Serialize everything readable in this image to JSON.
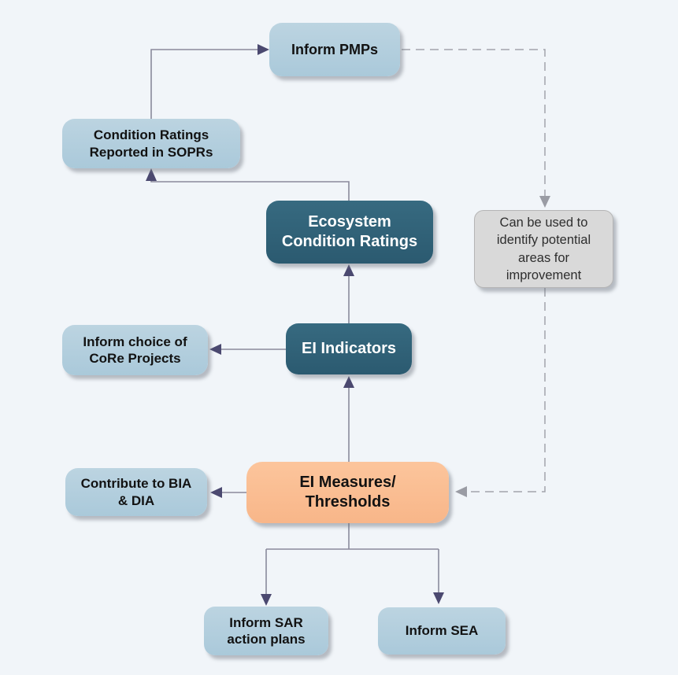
{
  "diagram": {
    "type": "flowchart",
    "background_color": "#f1f5f9"
  },
  "colors": {
    "node_light_blue": "#aecbdb",
    "node_dark_teal": "#2f6077",
    "node_orange": "#f9bc90",
    "node_gray": "#d9d9d9",
    "solid_arrow_line": "#8a8a9c",
    "solid_arrowhead": "#4b4970",
    "dashed_arrow_line": "#a2a4ac",
    "dashed_arrowhead": "#9a9ca4"
  },
  "nodes": {
    "inform_pmps": {
      "lines": [
        "Inform PMPs"
      ]
    },
    "condition_ratings_soprs": {
      "lines": [
        "Condition Ratings",
        "Reported in SOPRs"
      ]
    },
    "ecosystem_condition_ratings": {
      "lines": [
        "Ecosystem",
        "Condition Ratings"
      ]
    },
    "improvement_note": {
      "lines": [
        "Can be used to",
        "identify potential",
        "areas for",
        "improvement"
      ]
    },
    "inform_core_projects": {
      "lines": [
        "Inform choice of",
        "CoRe Projects"
      ]
    },
    "ei_indicators": {
      "lines": [
        "EI Indicators"
      ]
    },
    "contribute_bia_dia": {
      "lines": [
        "Contribute to BIA",
        "& DIA"
      ]
    },
    "ei_measures_thresholds": {
      "lines": [
        "EI Measures/",
        "Thresholds"
      ]
    },
    "inform_sar_action_plans": {
      "lines": [
        "Inform SAR",
        "action plans"
      ]
    },
    "inform_sea": {
      "lines": [
        "Inform SEA"
      ]
    }
  },
  "edges": [
    {
      "from": "condition_ratings_soprs",
      "to": "inform_pmps",
      "style": "solid"
    },
    {
      "from": "inform_pmps",
      "to": "improvement_note",
      "style": "dashed"
    },
    {
      "from": "ecosystem_condition_ratings",
      "to": "condition_ratings_soprs",
      "style": "solid"
    },
    {
      "from": "improvement_note",
      "to": "ei_measures_thresholds",
      "style": "dashed"
    },
    {
      "from": "ei_indicators",
      "to": "ecosystem_condition_ratings",
      "style": "solid"
    },
    {
      "from": "ei_indicators",
      "to": "inform_core_projects",
      "style": "solid"
    },
    {
      "from": "ei_measures_thresholds",
      "to": "ei_indicators",
      "style": "solid"
    },
    {
      "from": "ei_measures_thresholds",
      "to": "contribute_bia_dia",
      "style": "solid"
    },
    {
      "from": "ei_measures_thresholds",
      "to": "inform_sar_action_plans",
      "style": "solid"
    },
    {
      "from": "ei_measures_thresholds",
      "to": "inform_sea",
      "style": "solid"
    }
  ]
}
